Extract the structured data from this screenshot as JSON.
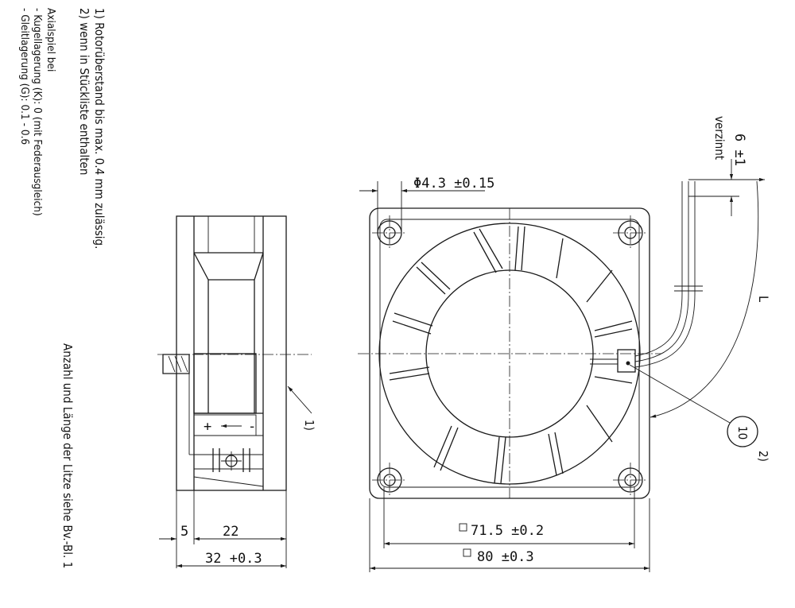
{
  "notes": {
    "n1": "1) Rotorüberstand bis max. 0.4 mm zulässig.",
    "n2": "2) wenn in Stückliste enthalten",
    "axial_title": "Axialspiel bei",
    "axial_k": "- Kugellagerung (K): 0 (mit Federausgleich)",
    "axial_g": "- Gleitlagerung (G): 0.1 - 0.6",
    "litze": "Anzahl und Länge der Litze siehe Bv.-Bl. 1"
  },
  "dimensions": {
    "d5": "5",
    "d22": "22",
    "d32": "32 +0.3",
    "d715": "71.5 ±0.2",
    "d80": "80 ±0.3",
    "hole": "Φ4.3 ±0.15",
    "strip": "6 ±1",
    "strip_label": "verzinnt",
    "length": "L"
  },
  "callouts": {
    "c1": "1)",
    "c2": "2)",
    "c10": "10",
    "plus": "+",
    "minus": "-"
  }
}
